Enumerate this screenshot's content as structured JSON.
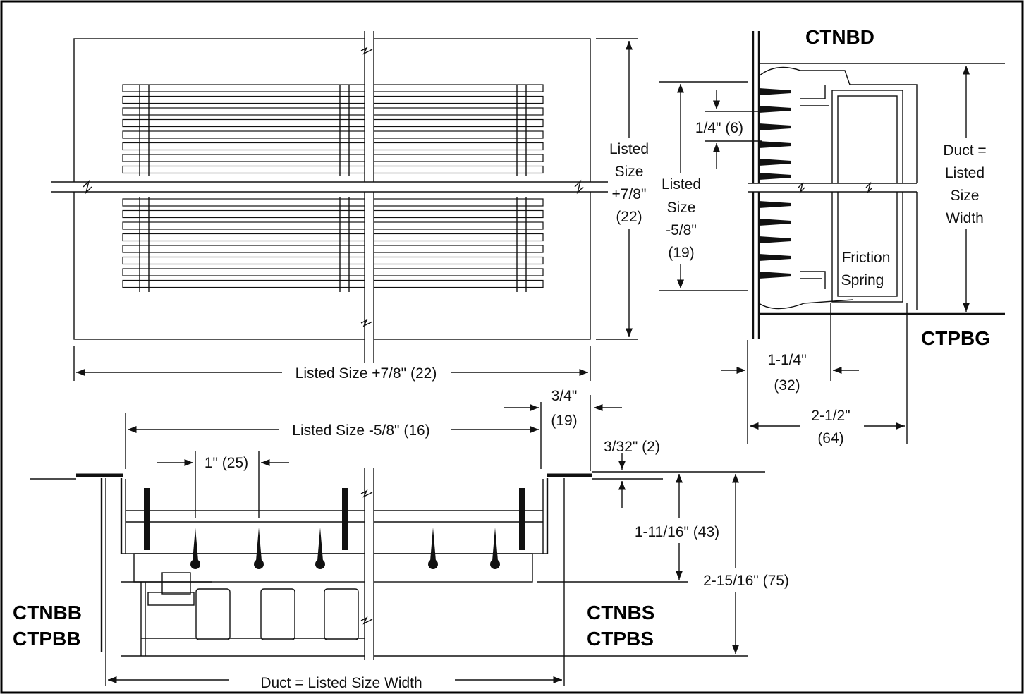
{
  "labels": {
    "ctnbd": "CTNBD",
    "ctpbg": "CTPBG",
    "ctnbb": "CTNBB",
    "ctpbb": "CTPBB",
    "ctnbs": "CTNBS",
    "ctpbs": "CTPBS"
  },
  "dimensions": {
    "front_height_plus": [
      "Listed",
      "Size",
      "+7/8\"",
      "(22)"
    ],
    "front_height_minus": [
      "Listed",
      "Size",
      "-5/8\"",
      "(19)"
    ],
    "blade_spacing": "1/4\" (6)",
    "duct_width_side": [
      "Duct =",
      "Listed",
      "Size",
      "Width"
    ],
    "friction_spring": [
      "Friction",
      "Spring"
    ],
    "depth_1_1_4": [
      "1-1/4\"",
      "(32)"
    ],
    "depth_2_1_2": [
      "2-1/2\"",
      "(64)"
    ],
    "front_width_plus": "Listed Size +7/8\" (22)",
    "front_width_minus": "Listed Size -5/8\" (16)",
    "flange_3_4": [
      "3/4\"",
      "(19)"
    ],
    "blade_pitch": "1\" (25)",
    "flange_thickness": "3/32\" (2)",
    "depth_1_11_16": "1-11/16\" (43)",
    "depth_2_15_16": "2-15/16\" (75)",
    "duct_width_bottom": "Duct = Listed Size Width"
  }
}
